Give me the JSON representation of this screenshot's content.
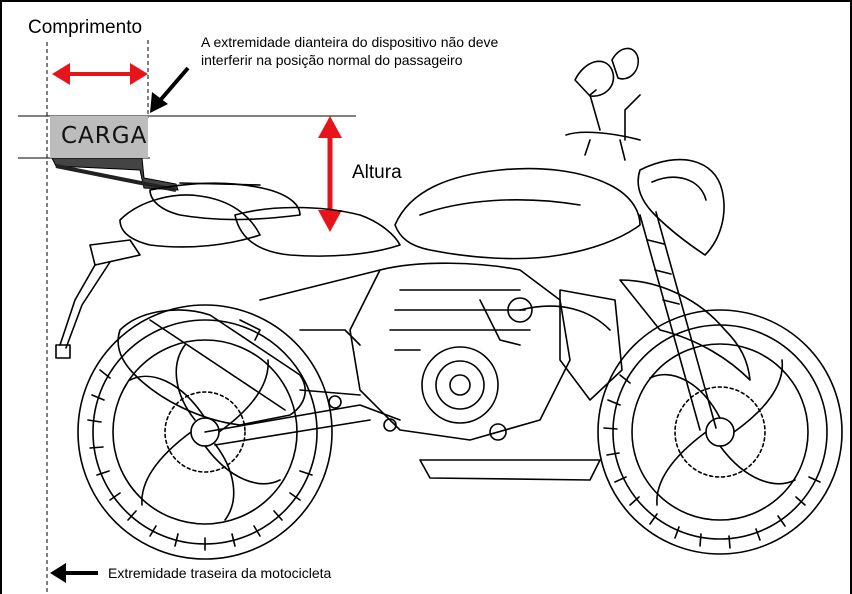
{
  "labels": {
    "length": "Comprimento",
    "front_note_line1": "A extremidade dianteira do dispositivo não deve",
    "front_note_line2": "interferir na posição normal do passageiro",
    "cargo": "CARGA",
    "height": "Altura",
    "rear_end": "Extremidade traseira da motocicleta"
  },
  "colors": {
    "dimension_arrow": "#e8141b",
    "pointer_arrow": "#000000",
    "cargo_fill": "#bcbcbc",
    "line_art": "#000000"
  },
  "illustration": "motorcycle-line-drawing"
}
